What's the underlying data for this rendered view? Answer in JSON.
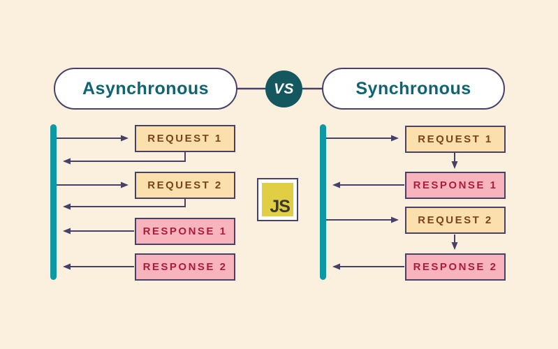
{
  "header": {
    "left_label": "Asynchronous",
    "vs_label": "VS",
    "right_label": "Synchronous"
  },
  "js_badge": {
    "label": "JS"
  },
  "diagram": {
    "asynchronous": {
      "boxes": [
        {
          "label": "REQUEST 1",
          "type": "request"
        },
        {
          "label": "REQUEST 2",
          "type": "request"
        },
        {
          "label": "RESPONSE 1",
          "type": "response"
        },
        {
          "label": "RESPONSE 2",
          "type": "response"
        }
      ]
    },
    "synchronous": {
      "boxes": [
        {
          "label": "REQUEST 1",
          "type": "request"
        },
        {
          "label": "RESPONSE 1",
          "type": "response"
        },
        {
          "label": "REQUEST 2",
          "type": "request"
        },
        {
          "label": "RESPONSE 2",
          "type": "response"
        }
      ]
    }
  },
  "colors": {
    "background": "#FBF0DE",
    "timeline_teal": "#0D99A4",
    "vs_circle_teal": "#14575F",
    "heading_text_teal": "#0E6472",
    "outline_purple": "#474168",
    "request_fill": "#FBDFAC",
    "request_text": "#7A421C",
    "response_fill": "#F8B4BC",
    "response_text": "#AC1A3E",
    "js_yellow": "#E0CE45"
  }
}
